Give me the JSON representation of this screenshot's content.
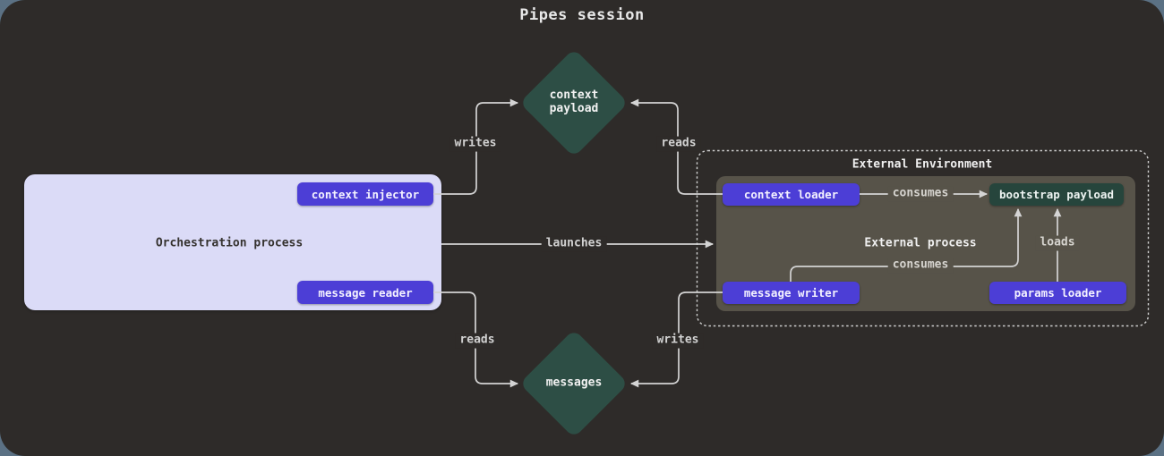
{
  "title": "Pipes session",
  "nodes": {
    "context_payload": "context payload",
    "messages": "messages",
    "orchestration": {
      "label": "Orchestration process",
      "context_injector": "context injector",
      "message_reader": "message reader"
    },
    "external_environment": {
      "title": "External Environment",
      "process_label": "External process",
      "context_loader": "context loader",
      "message_writer": "message writer",
      "params_loader": "params loader",
      "bootstrap_payload": "bootstrap payload"
    }
  },
  "edges": {
    "writes_top": "writes",
    "reads_top": "reads",
    "launches": "launches",
    "reads_bottom": "reads",
    "writes_bottom": "writes",
    "consumes_top": "consumes",
    "consumes_bottom": "consumes",
    "loads": "loads"
  },
  "colors": {
    "page_background": "#5b7184",
    "canvas_background": "#2e2b29",
    "node_purple": "#4c3ed6",
    "diamond_green": "#2d4e45",
    "payload_green": "#26453c",
    "orchestration_lavender": "#dbdbf7",
    "external_process_gray": "#575349",
    "edge_line": "#d4d4d4"
  }
}
